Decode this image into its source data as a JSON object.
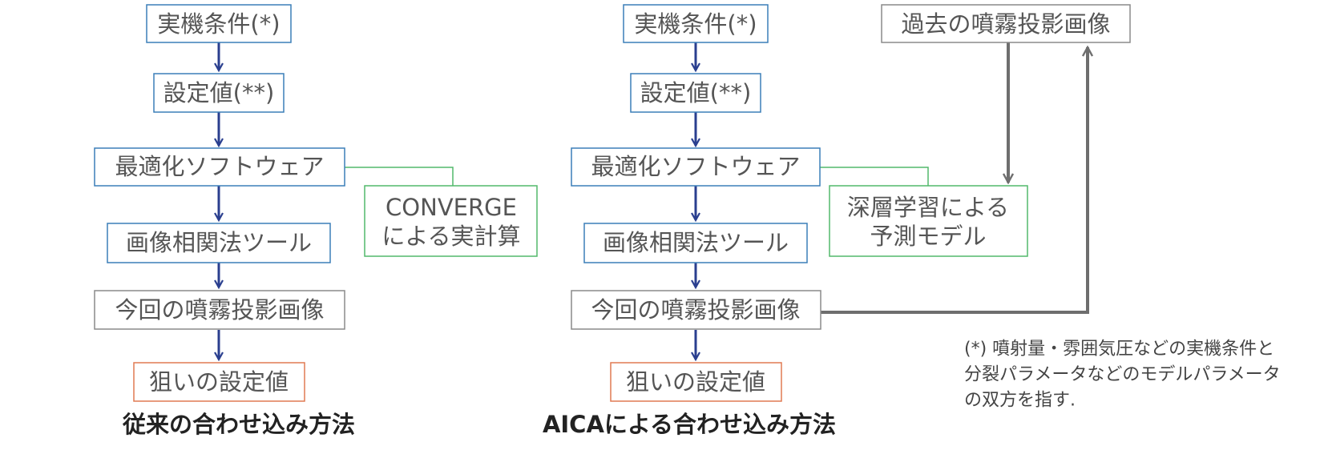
{
  "colors": {
    "blue_border": "#3b7fb8",
    "gray_border": "#8a8a8a",
    "green_border": "#52b96b",
    "orange_border": "#e07a52",
    "arrow_blue": "#2a3f8f",
    "arrow_gray": "#6e6e6e",
    "text": "#555555"
  },
  "left_flow": {
    "caption": "従来の合わせ込み方法",
    "nodes": {
      "conditions": "実機条件(*)",
      "settings": "設定値(**)",
      "optimizer": "最適化ソフトウェア",
      "image_tool": "画像相関法ツール",
      "current_image": "今回の噴霧投影画像",
      "target": "狙いの設定値"
    },
    "side_node": {
      "line1": "CONVERGE",
      "line2": "による実計算"
    }
  },
  "right_flow": {
    "caption": "AICAによる合わせ込み方法",
    "nodes": {
      "conditions": "実機条件(*)",
      "settings": "設定値(**)",
      "optimizer": "最適化ソフトウェア",
      "image_tool": "画像相関法ツール",
      "current_image": "今回の噴霧投影画像",
      "target": "狙いの設定値"
    },
    "side_node": {
      "line1": "深層学習による",
      "line2": "予測モデル"
    },
    "past_images": "過去の噴霧投影画像"
  },
  "footnote": {
    "line1": "(*) 噴射量・雰囲気圧などの実機条件と",
    "line2": "分裂パラメータなどのモデルパラメータ",
    "line3": "の双方を指す."
  }
}
